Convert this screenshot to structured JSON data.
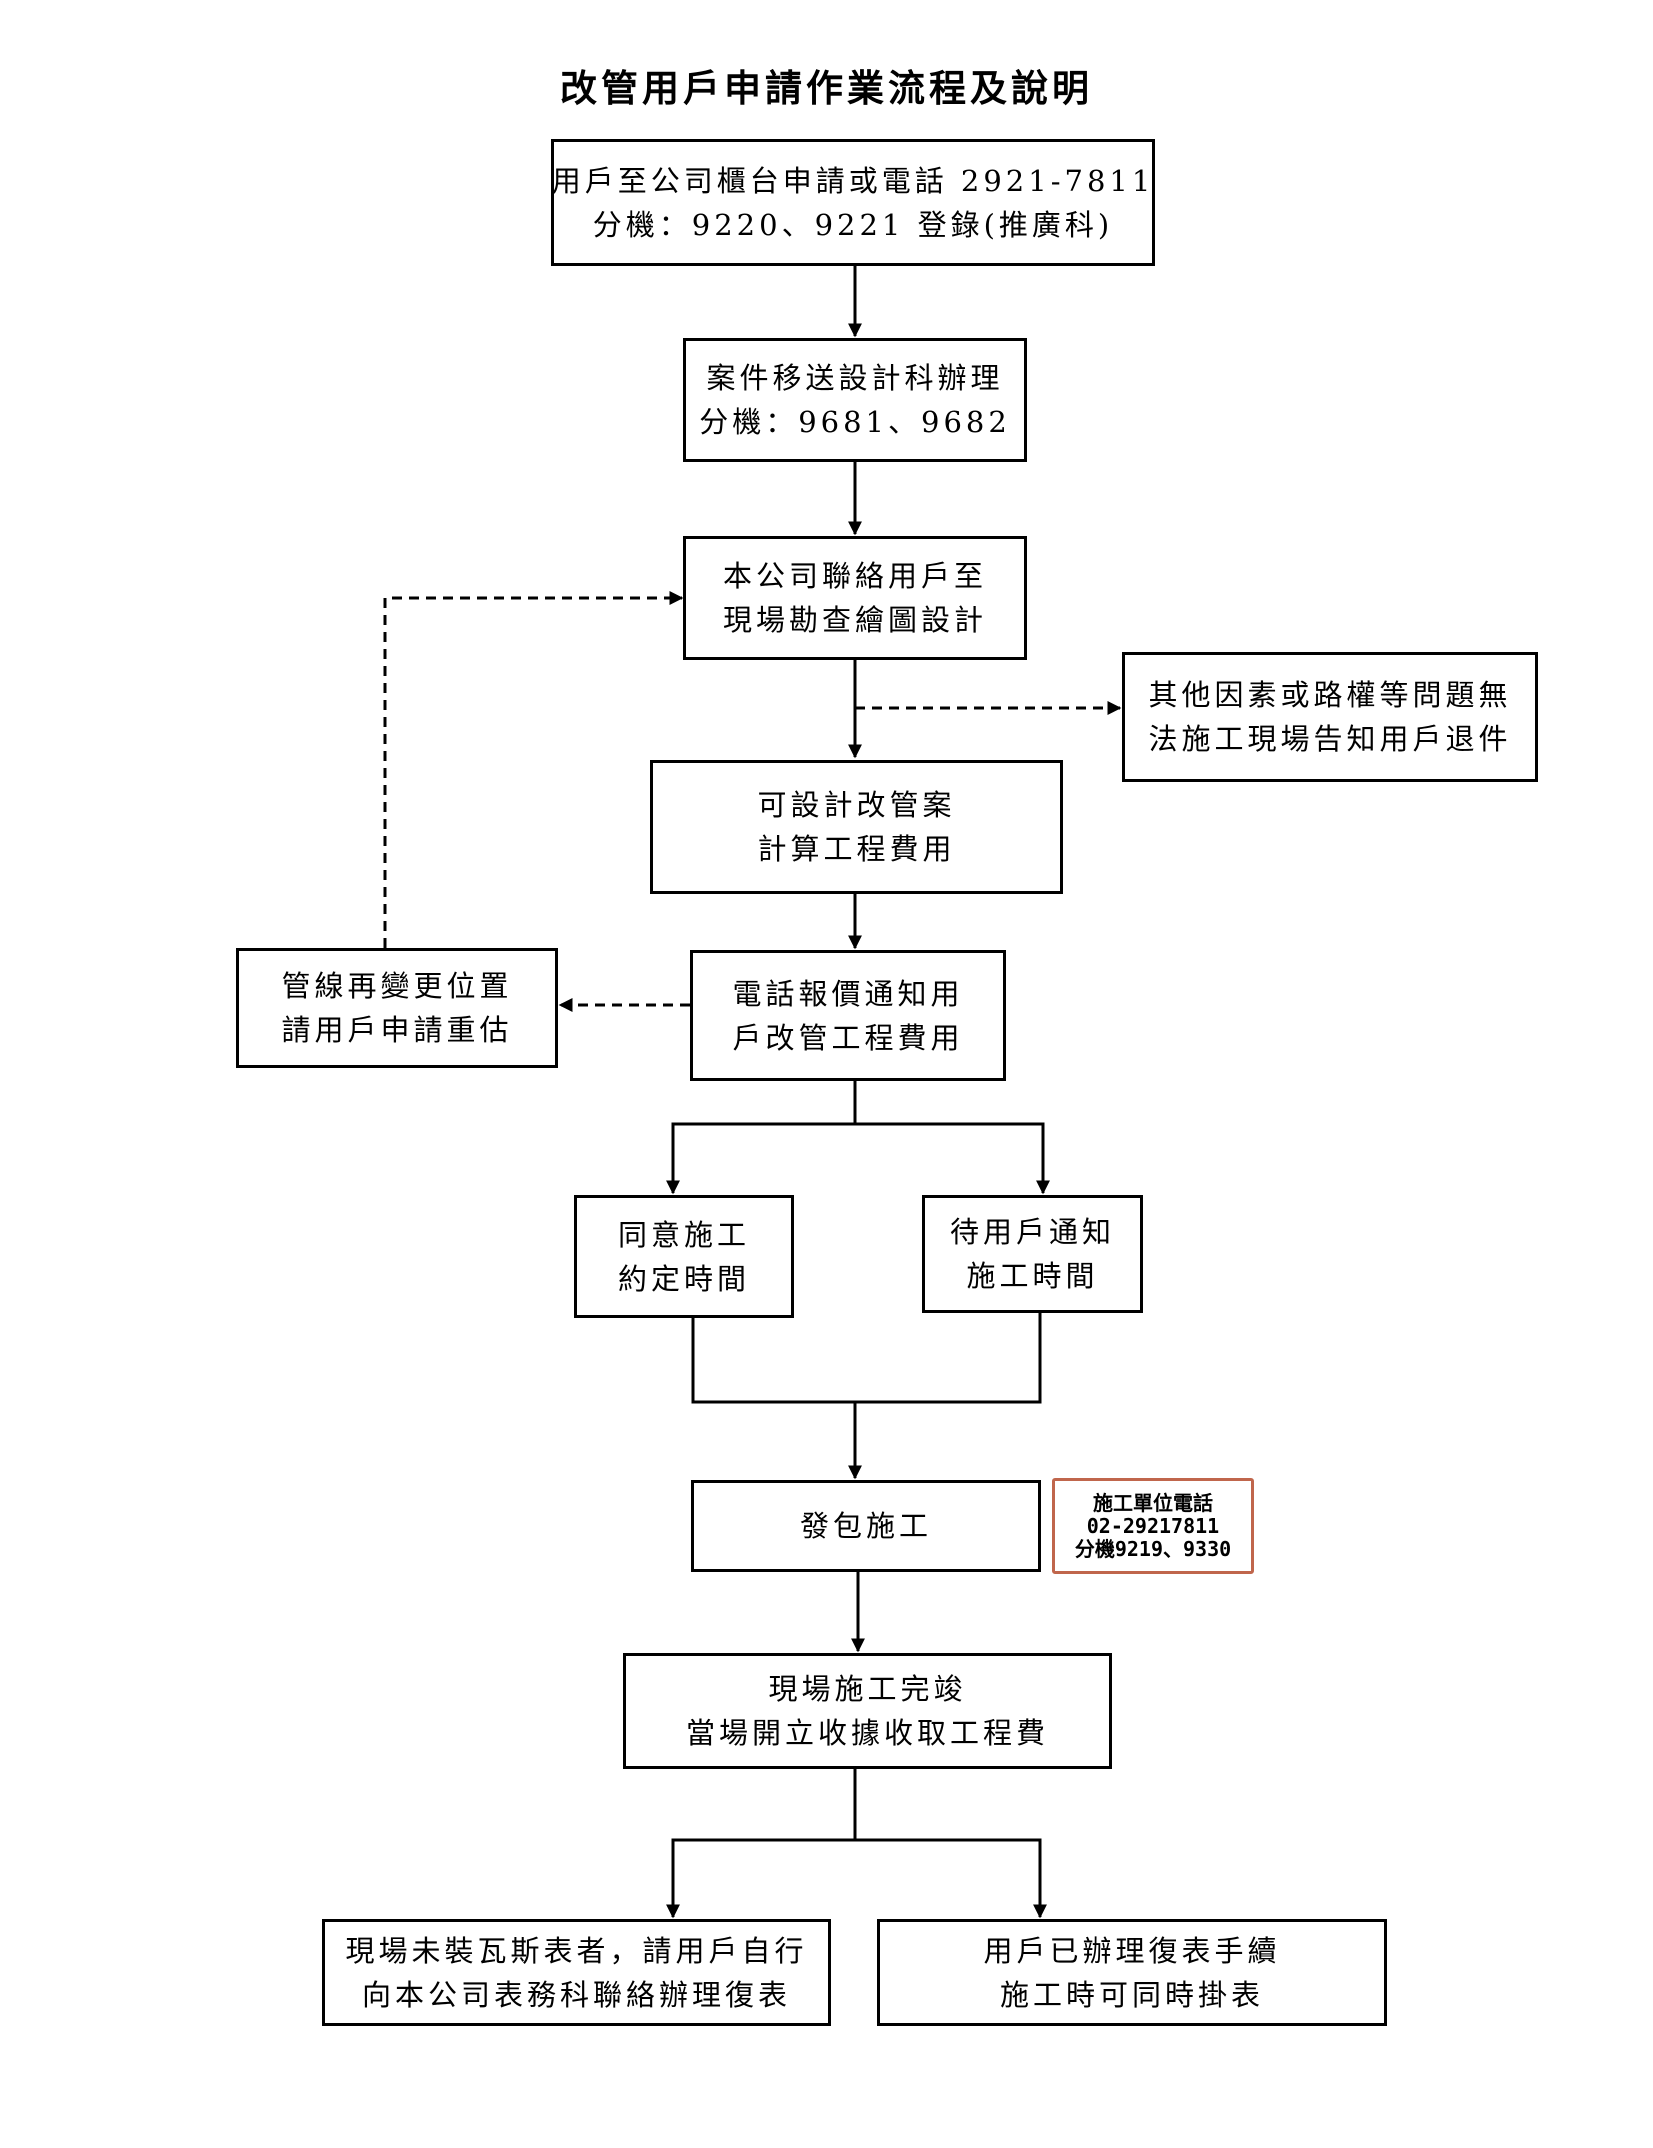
{
  "title": "改管用戶申請作業流程及說明",
  "nodes": {
    "apply": {
      "lines": [
        "用戶至公司櫃台申請或電話 2921-7811",
        "分機：9220、9221 登錄(推廣科)"
      ]
    },
    "transfer": {
      "lines": [
        "案件移送設計科辦理",
        "分機：9681、9682"
      ]
    },
    "survey": {
      "lines": [
        "本公司聯絡用戶至",
        "現場勘查繪圖設計"
      ]
    },
    "reject": {
      "lines": [
        "其他因素或路權等問題無",
        "法施工現場告知用戶退件"
      ]
    },
    "design": {
      "lines": [
        "可設計改管案",
        "計算工程費用"
      ]
    },
    "quote": {
      "lines": [
        "電話報價通知用",
        "戶改管工程費用"
      ]
    },
    "reestimate": {
      "lines": [
        "管線再變更位置",
        "請用戶申請重估"
      ]
    },
    "agree": {
      "lines": [
        "同意施工",
        "約定時間"
      ]
    },
    "wait": {
      "lines": [
        "待用戶通知",
        "施工時間"
      ]
    },
    "contract": {
      "lines": [
        "發包施工"
      ]
    },
    "contact": {
      "lines": [
        "施工單位電話",
        "02-29217811",
        "分機9219、9330"
      ]
    },
    "complete": {
      "lines": [
        "現場施工完竣",
        "當場開立收據收取工程費"
      ]
    },
    "no_meter": {
      "lines": [
        "現場未裝瓦斯表者，請用戶自行",
        "向本公司表務科聯絡辦理復表"
      ]
    },
    "has_meter": {
      "lines": [
        "用戶已辦理復表手續",
        "施工時可同時掛表"
      ]
    }
  },
  "colors": {
    "line": "#000000",
    "contact_border": "#c0664c"
  }
}
